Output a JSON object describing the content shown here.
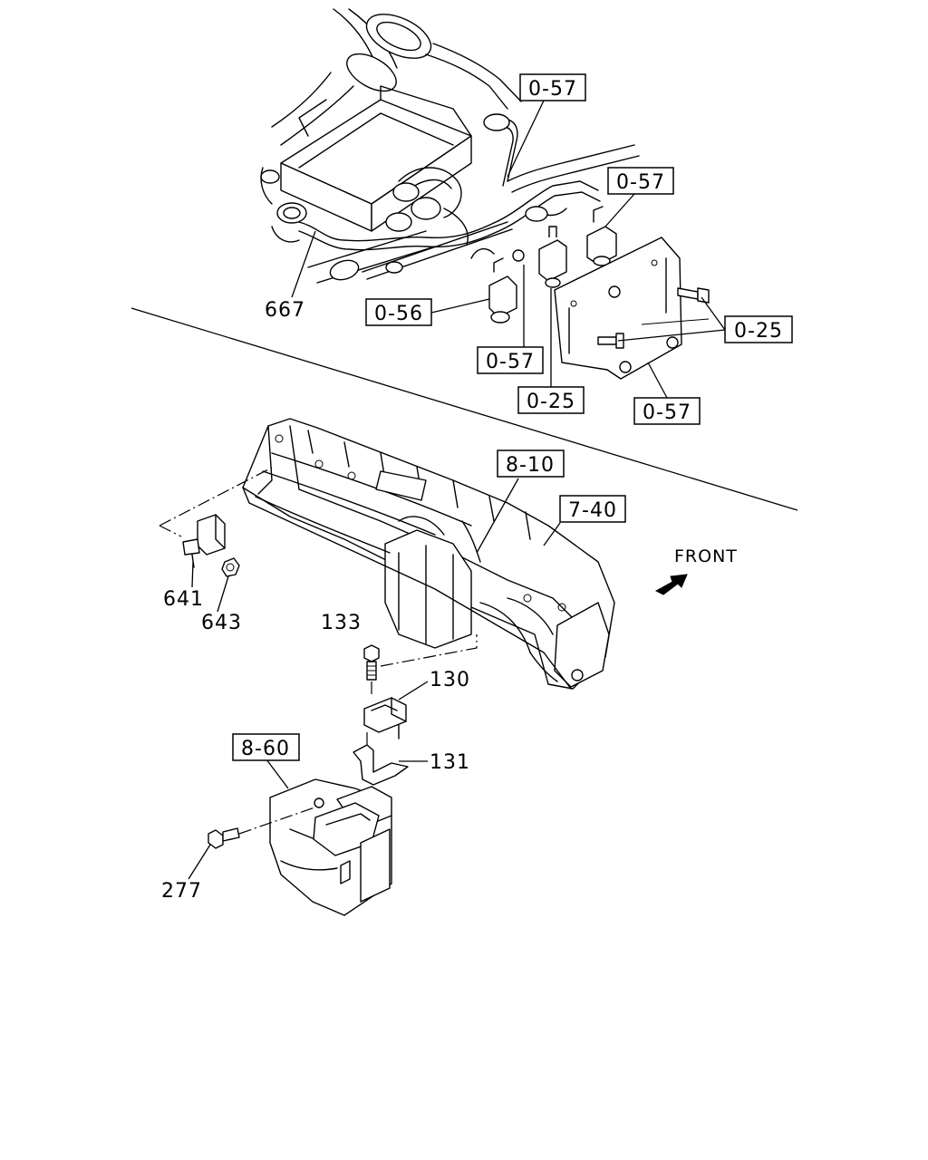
{
  "diagram": {
    "direction_label": "FRONT",
    "boxed_refs": [
      "0-57",
      "0-57",
      "0-56",
      "0-57",
      "0-25",
      "0-25",
      "0-57",
      "8-10",
      "7-40",
      "8-60"
    ],
    "part_numbers": [
      "667",
      "641",
      "643",
      "133",
      "130",
      "131",
      "277"
    ]
  }
}
